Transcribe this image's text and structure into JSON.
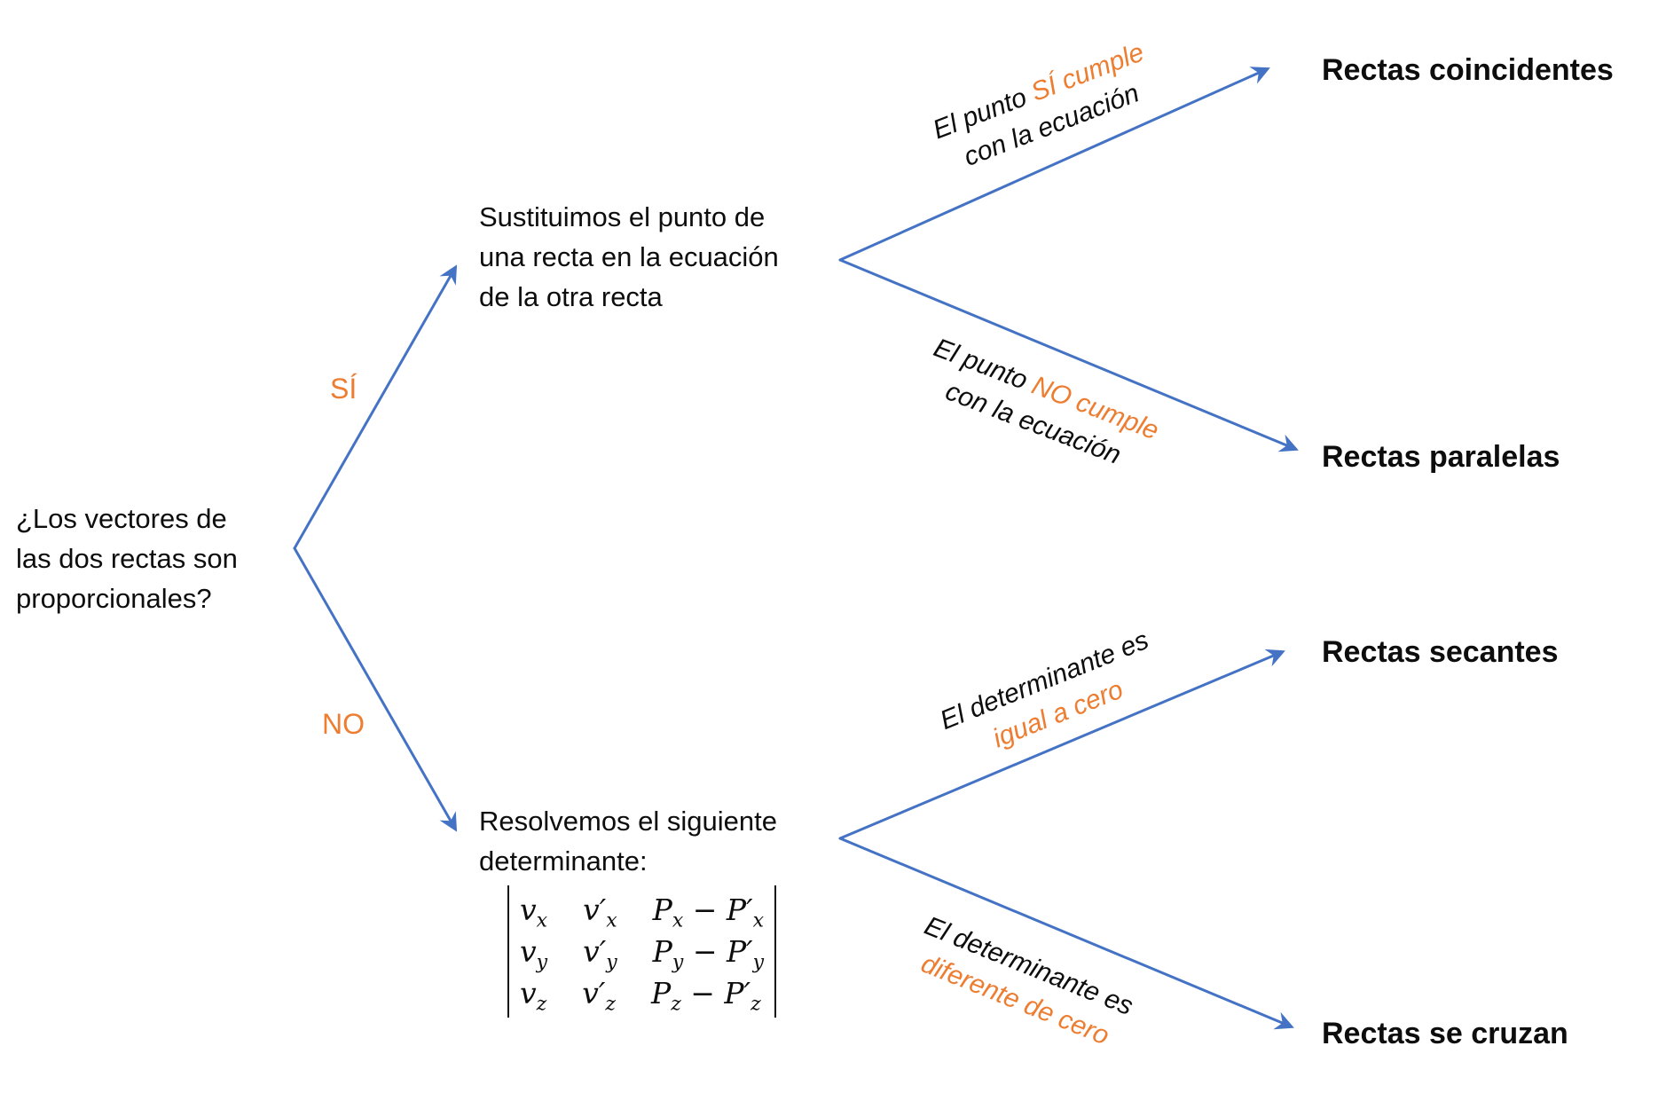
{
  "colors": {
    "accent_blue": "#4472C4",
    "accent_orange": "#ED7D31",
    "text": "#0d0d0d"
  },
  "root_question": {
    "lines": [
      "¿Los vectores de",
      "las dos rectas son",
      "proporcionales?"
    ]
  },
  "branch_labels": {
    "yes": "SÍ",
    "no": "NO"
  },
  "nodes": {
    "substitute": {
      "lines": [
        "Sustituimos el punto de",
        "una recta en la ecuación",
        "de la otra recta"
      ]
    },
    "determinant": {
      "lines": [
        "Resolvemos el siguiente",
        "determinante:"
      ]
    }
  },
  "edge_labels": {
    "si_cumple": {
      "line1_black": "El punto ",
      "line1_orange": "SÍ cumple",
      "line2": "con la ecuación"
    },
    "no_cumple": {
      "line1_black": "El punto ",
      "line1_orange": "NO cumple",
      "line2": "con la ecuación"
    },
    "igual_cero": {
      "line1": "El determinante es",
      "line2_orange": "igual a cero"
    },
    "diferente_cero": {
      "line1": "El determinante es",
      "line2_orange": "diferente de cero"
    }
  },
  "outcomes": {
    "coincidentes": "Rectas coincidentes",
    "paralelas": "Rectas paralelas",
    "secantes": "Rectas secantes",
    "cruzan": "Rectas se cruzan"
  },
  "matrix": {
    "rows": [
      [
        "v_x",
        "v′_x",
        "P_x − P′_x"
      ],
      [
        "v_y",
        "v′_y",
        "P_y − P′_y"
      ],
      [
        "v_z",
        "v′_z",
        "P_z − P′_z"
      ]
    ]
  }
}
